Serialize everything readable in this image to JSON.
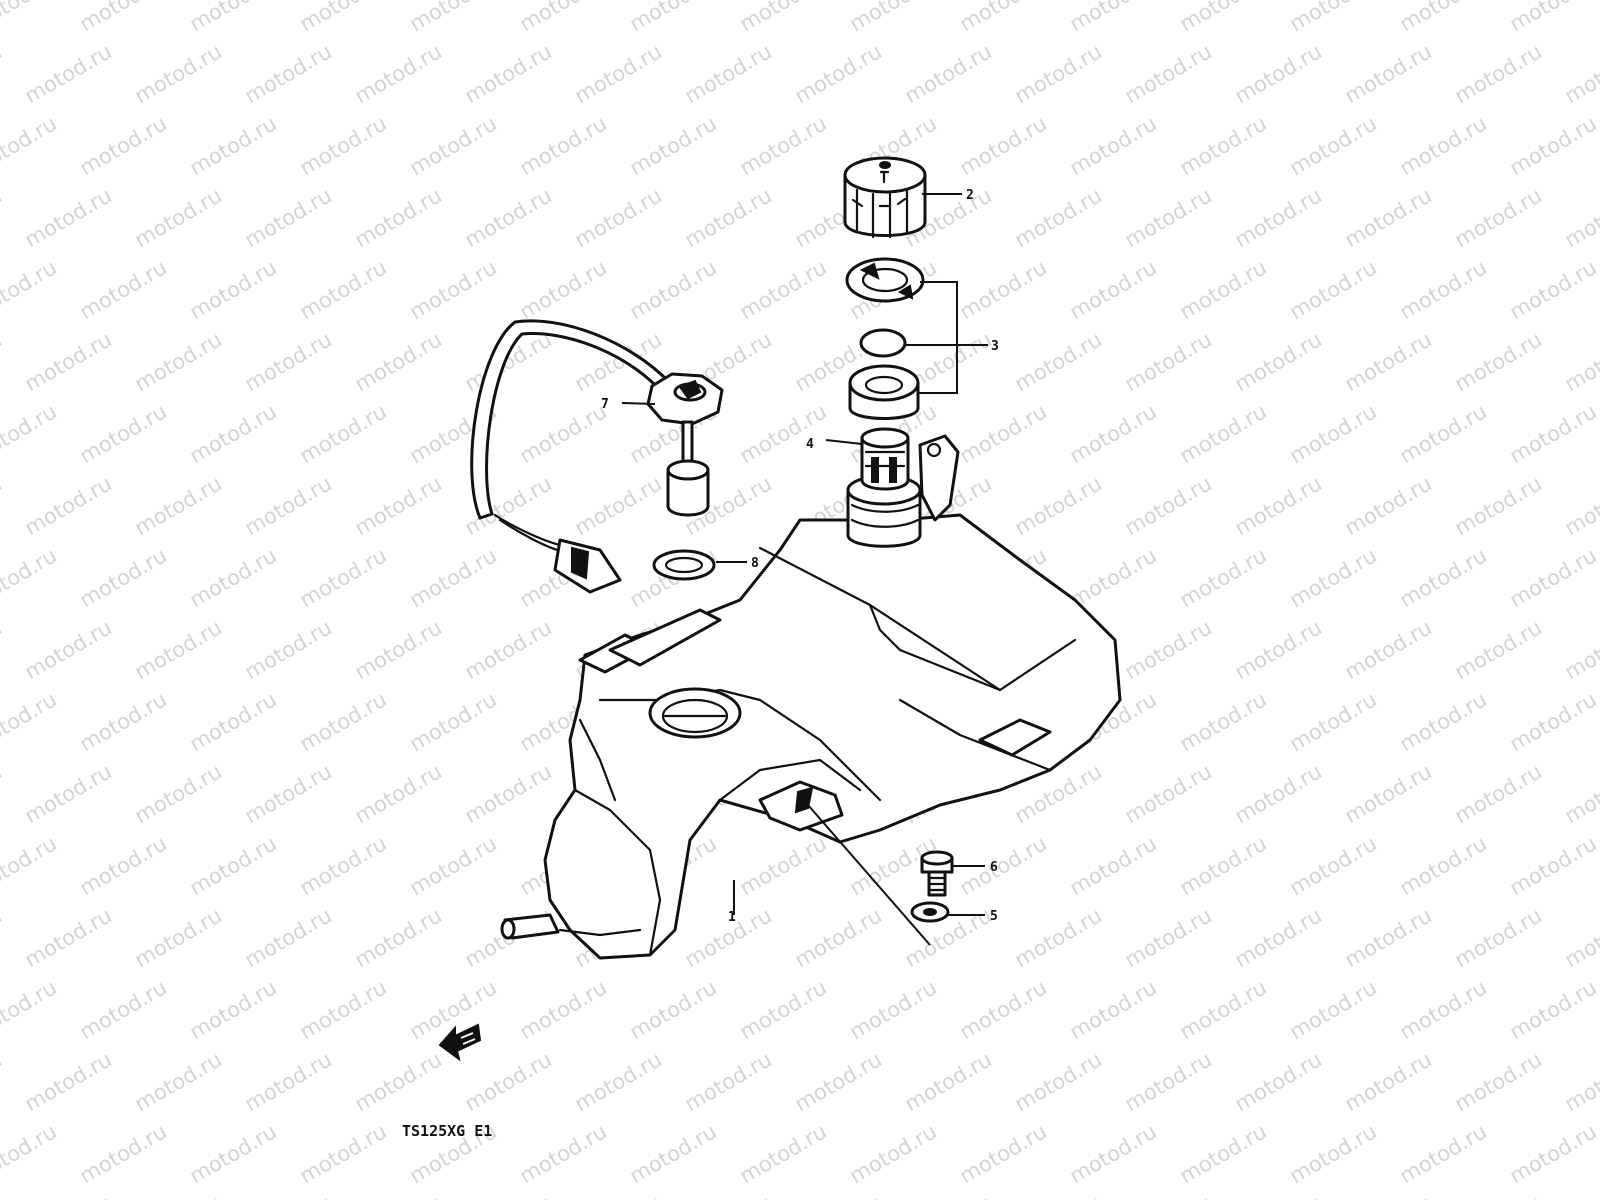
{
  "watermark": {
    "text": "motod.ru",
    "color": "#d4d4d4"
  },
  "model_code": "TS125XG E1",
  "callouts": [
    {
      "id": "1",
      "part": "fuel-tank"
    },
    {
      "id": "2",
      "part": "fuel-cap"
    },
    {
      "id": "3",
      "part": "cap-gasket-set"
    },
    {
      "id": "4",
      "part": "filler-neck"
    },
    {
      "id": "5",
      "part": "washer"
    },
    {
      "id": "6",
      "part": "bolt"
    },
    {
      "id": "7",
      "part": "fuel-level-gauge"
    },
    {
      "id": "8",
      "part": "gauge-gasket"
    }
  ],
  "icons": [
    "front-direction-arrow-icon"
  ],
  "colors": {
    "line": "#111111",
    "background": "#ffffff"
  }
}
